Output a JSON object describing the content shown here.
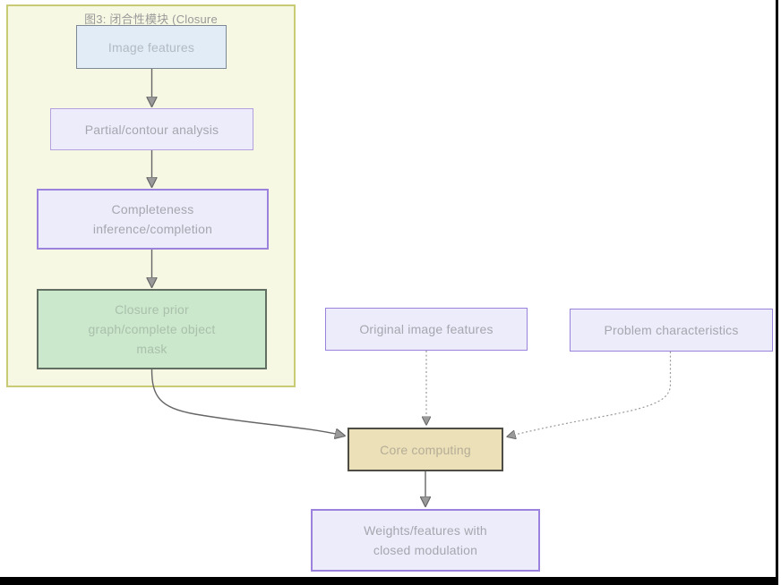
{
  "colors": {
    "page_bg": "#ffffff",
    "frame_black": "#000000",
    "subgraph_fill": "#f7f8e4",
    "subgraph_border": "#c9cb74",
    "title_text": "#999999",
    "node_text": "#a6a6ae",
    "blue_fill": "#e1ecf7",
    "blue_border": "#7d8a96",
    "blue_text": "#b2bac2",
    "lavender_fill": "#edecfb",
    "purple_border": "#9b82dd",
    "light_purple_border": "#b49fdf",
    "green_fill": "#cbe7cc",
    "green_border": "#616f62",
    "green_text": "#a9c0ab",
    "khaki_fill": "#ece0b8",
    "khaki_border": "#4d4d45",
    "khaki_text": "#b5ad97",
    "edge_solid": "#666666",
    "edge_dotted": "#999999"
  },
  "diagram": {
    "subgraph_title": "图3: 闭合性模块 (Closure",
    "nodes": {
      "image_features": {
        "label": "Image features"
      },
      "partial_contour": {
        "label": "Partial/contour analysis"
      },
      "completeness": {
        "label": "Completeness\ninference/completion"
      },
      "closure_prior": {
        "label": "Closure prior\ngraph/complete object\nmask"
      },
      "original_features": {
        "label": "Original image features"
      },
      "problem_characteristics": {
        "label": "Problem characteristics"
      },
      "core_computing": {
        "label": "Core computing"
      },
      "weights_output": {
        "label": "Weights/features with\nclosed modulation"
      }
    },
    "edges": [
      {
        "from": "image_features",
        "to": "partial_contour",
        "style": "solid"
      },
      {
        "from": "partial_contour",
        "to": "completeness",
        "style": "solid"
      },
      {
        "from": "completeness",
        "to": "closure_prior",
        "style": "solid"
      },
      {
        "from": "closure_prior",
        "to": "core_computing",
        "style": "solid"
      },
      {
        "from": "original_features",
        "to": "core_computing",
        "style": "dotted"
      },
      {
        "from": "problem_characteristics",
        "to": "core_computing",
        "style": "dotted"
      },
      {
        "from": "core_computing",
        "to": "weights_output",
        "style": "solid"
      }
    ]
  }
}
